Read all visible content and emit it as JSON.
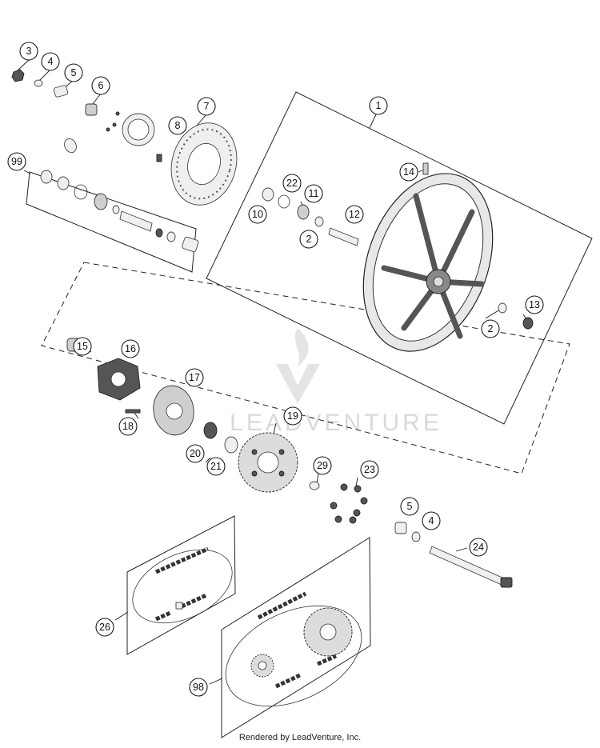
{
  "diagram": {
    "callouts": [
      "3",
      "4",
      "5",
      "6",
      "7",
      "8",
      "99",
      "1",
      "14",
      "22",
      "11",
      "10",
      "12",
      "2",
      "2",
      "13",
      "15",
      "16",
      "17",
      "18",
      "19",
      "20",
      "21",
      "29",
      "23",
      "5",
      "4",
      "24",
      "26",
      "98"
    ],
    "watermark": "LEADVENTURE"
  },
  "footer": {
    "text": "Rendered by LeadVenture, Inc."
  },
  "colors": {
    "line": "#1a1a1a",
    "part": "#cfcfcf",
    "watermark": "#d9d9d9"
  }
}
